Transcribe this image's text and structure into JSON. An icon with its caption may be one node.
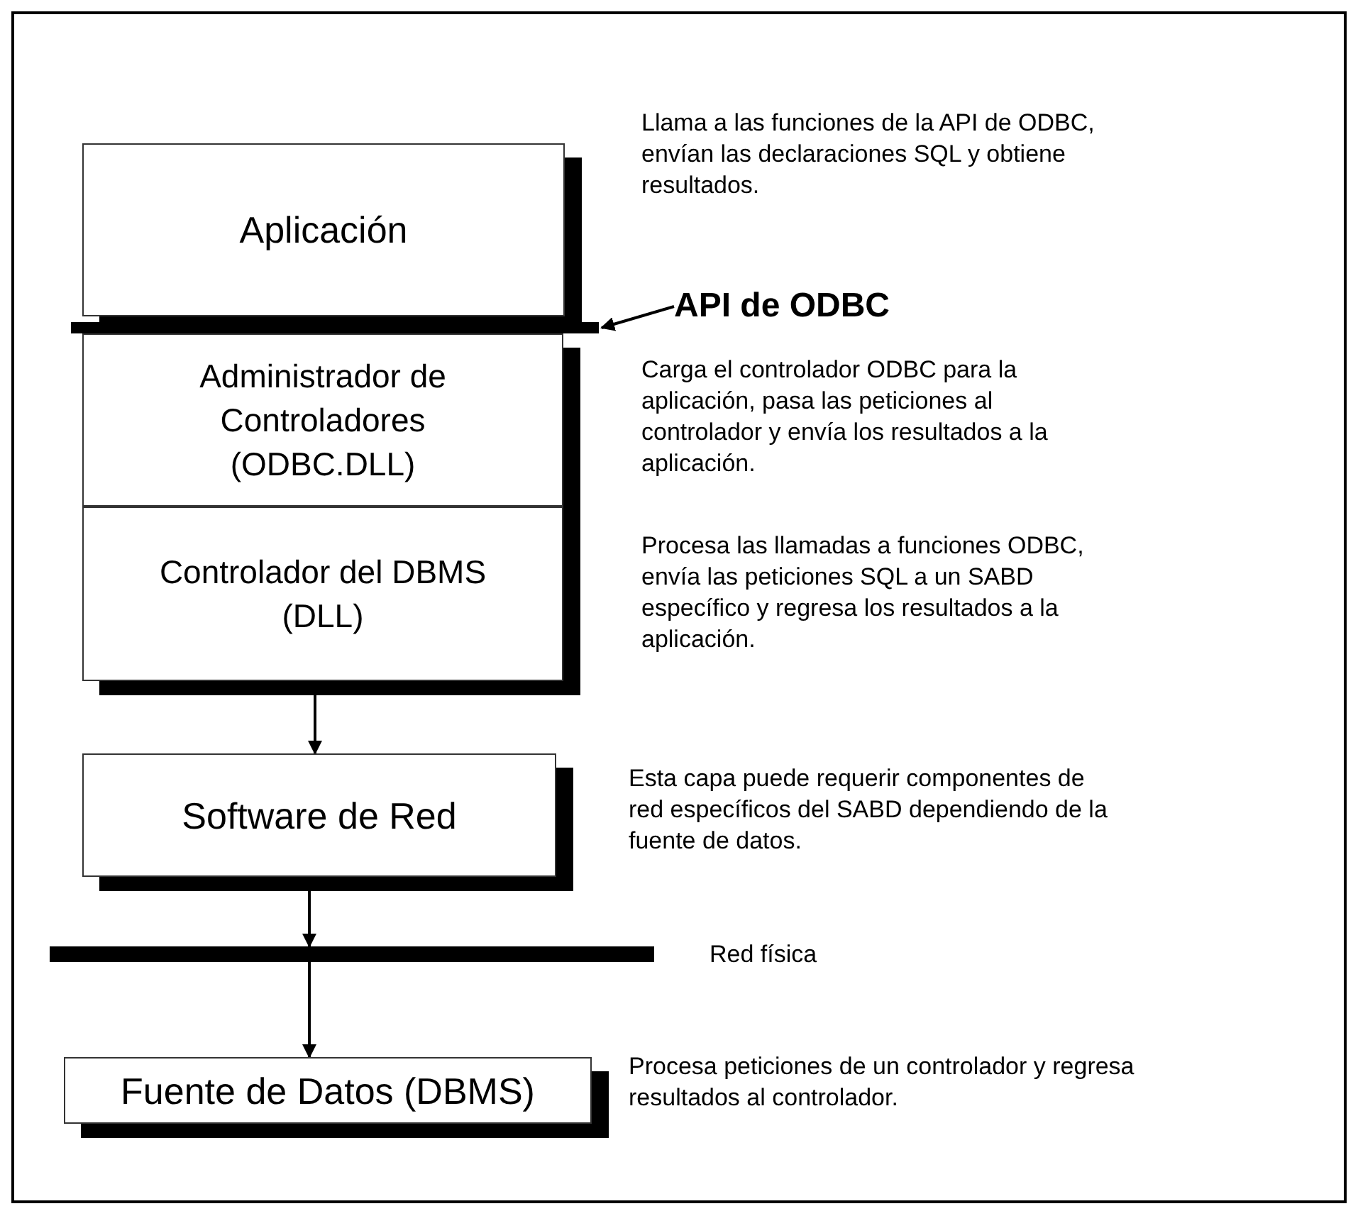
{
  "diagram": {
    "nodes": [
      {
        "text": [
          "Aplicación"
        ]
      },
      {
        "text": [],
        "shape": "bar"
      },
      {
        "text": [
          "Administrador de Controladores (ODBC.DLL)"
        ]
      },
      {
        "text": [
          "Controlador del DBMS (DLL)"
        ]
      },
      {
        "text": [
          "Software de Red"
        ]
      },
      {
        "text": [],
        "shape": "bar"
      },
      {
        "text": [
          "Fuente de Datos (DBMS)"
        ]
      },
      {
        "text": [
          "API de ODBC"
        ]
      }
    ],
    "edges": [
      {
        "from": 3,
        "to": 4,
        "arrow": "to"
      },
      {
        "from": 4,
        "to": 5,
        "arrow": "to"
      },
      {
        "from": 5,
        "to": 6,
        "arrow": "to"
      },
      {
        "from": 7,
        "to": 1,
        "arrow": "to"
      }
    ],
    "labels": [
      "Llama a las funciones de la API de ODBC, envían las declaraciones SQL y obtiene resultados.",
      "Carga el controlador ODBC para la aplicación, pasa las peticiones al controlador y envía los resultados a la aplicación.",
      "Procesa las llamadas a funciones ODBC, envía las peticiones SQL a un SABD específico y regresa los resultados a la aplicación.",
      "Esta capa puede requerir componentes de red específicos del SABD dependiendo de la fuente de datos.",
      "Red física",
      "Procesa peticiones de un controlador y regresa resultados al controlador."
    ]
  }
}
